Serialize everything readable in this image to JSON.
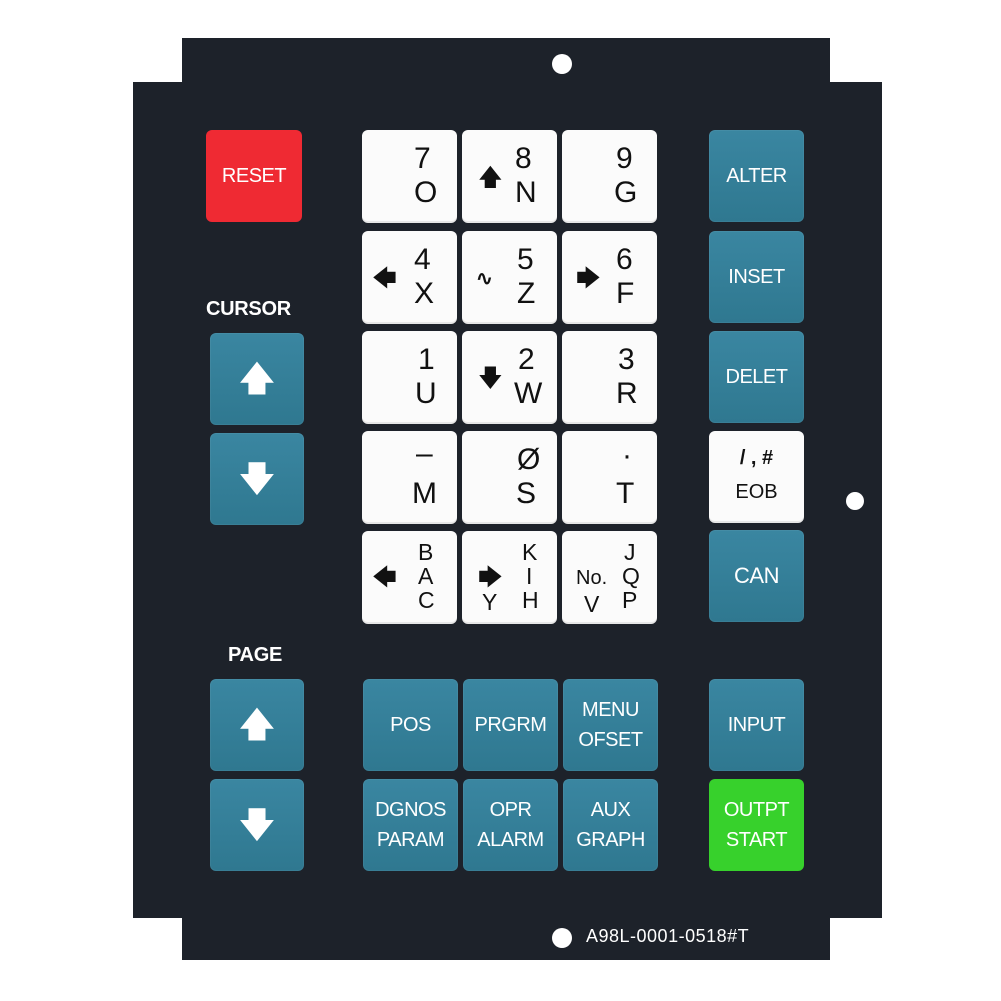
{
  "panel": {
    "cursor_label": "CURSOR",
    "page_label": "PAGE",
    "part_number": "A98L-0001-0518#T",
    "colors": {
      "panel": "#1d222a",
      "blue_key": "#3482a0",
      "reset": "#ef2a33",
      "start": "#37d12c",
      "white_key": "#fbfbfb"
    }
  },
  "keys": {
    "reset": "RESET",
    "alter": "ALTER",
    "insert": "INSET",
    "delete": "DELET",
    "eob_top": "/ , #",
    "eob_bottom": "EOB",
    "can": "CAN",
    "input": "INPUT",
    "output_top": "OUTPT",
    "output_bottom": "START",
    "pos": "POS",
    "prgrm": "PRGRM",
    "menu_top": "MENU",
    "menu_bottom": "OFSET",
    "dgnos_top": "DGNOS",
    "dgnos_bottom": "PARAM",
    "opr_top": "OPR",
    "opr_bottom": "ALARM",
    "aux_top": "AUX",
    "aux_bottom": "GRAPH",
    "cursor_up_icon": "arrow-up",
    "cursor_down_icon": "arrow-down",
    "page_up_icon": "arrow-up",
    "page_down_icon": "arrow-down"
  },
  "numpad": {
    "k7": {
      "top": "7",
      "bottom": "O"
    },
    "k8": {
      "top": "8",
      "bottom": "N",
      "icon": "arrow-up"
    },
    "k9": {
      "top": "9",
      "bottom": "G"
    },
    "k4": {
      "top": "4",
      "bottom": "X",
      "icon": "arrow-left"
    },
    "k5": {
      "top": "5",
      "bottom": "Z",
      "icon": "zigzag"
    },
    "k6": {
      "top": "6",
      "bottom": "F",
      "icon": "arrow-right"
    },
    "k1": {
      "top": "1",
      "bottom": "U"
    },
    "k2": {
      "top": "2",
      "bottom": "W",
      "icon": "arrow-down"
    },
    "k3": {
      "top": "3",
      "bottom": "R"
    },
    "minus": {
      "top": "–",
      "bottom": "M"
    },
    "zero": {
      "top": "Ø",
      "bottom": "S"
    },
    "dot": {
      "top": "·",
      "bottom": "T"
    },
    "bac": {
      "l1": "B",
      "l2": "A",
      "l3": "C",
      "icon": "arrow-left"
    },
    "ky": {
      "l1": "K",
      "l2": "I",
      "l3": "H",
      "low": "Y",
      "icon": "arrow-right"
    },
    "jqp": {
      "l1": "J",
      "l2": "Q",
      "l3": "P",
      "left_top": "No.",
      "left_bottom": "V"
    }
  }
}
